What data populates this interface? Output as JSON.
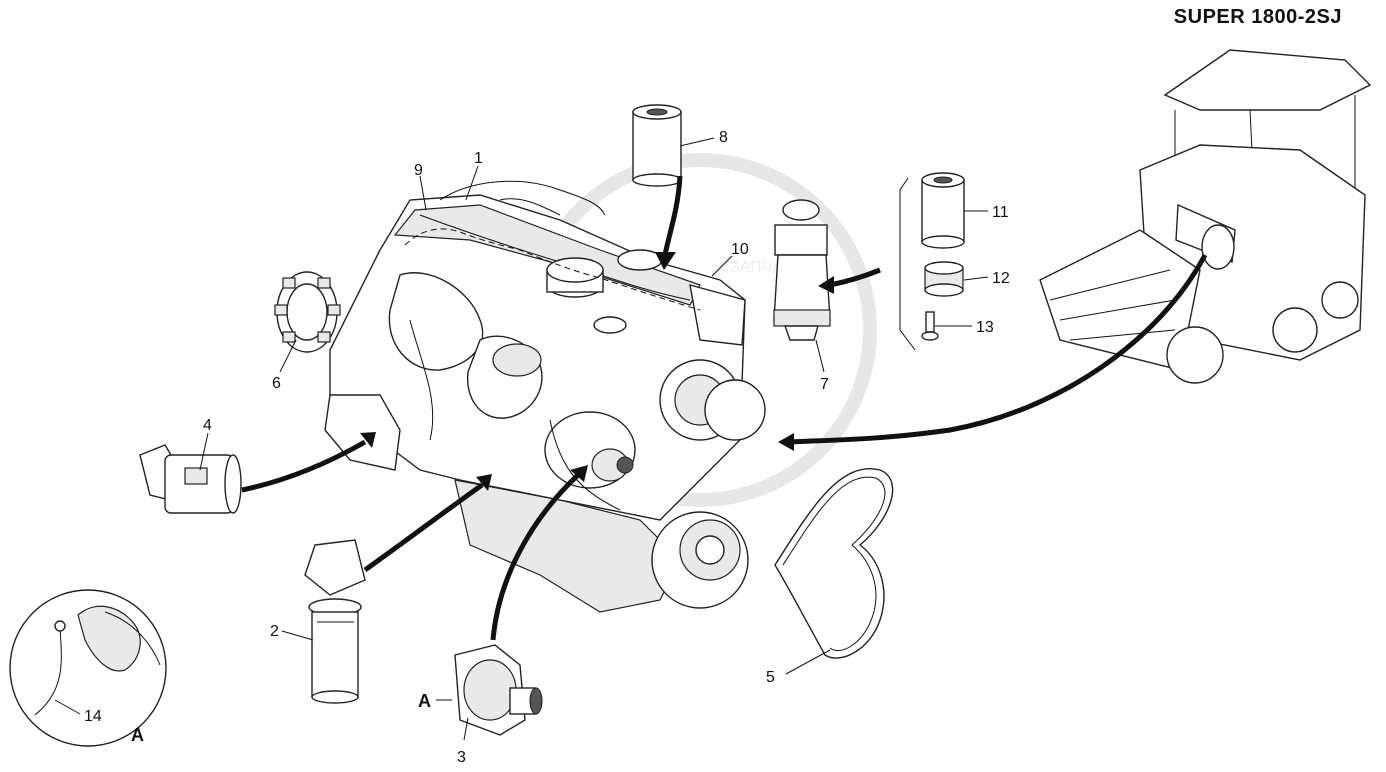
{
  "title": "SUPER 1800-2SJ",
  "watermark": "ЗАПЧАСТИ",
  "view_label": "A",
  "callouts": {
    "c1": "1",
    "c2": "2",
    "c3": "3",
    "c4": "4",
    "c5": "5",
    "c6": "6",
    "c7": "7",
    "c8": "8",
    "c9": "9",
    "c10": "10",
    "c11": "11",
    "c12": "12",
    "c13": "13",
    "c14": "14"
  }
}
